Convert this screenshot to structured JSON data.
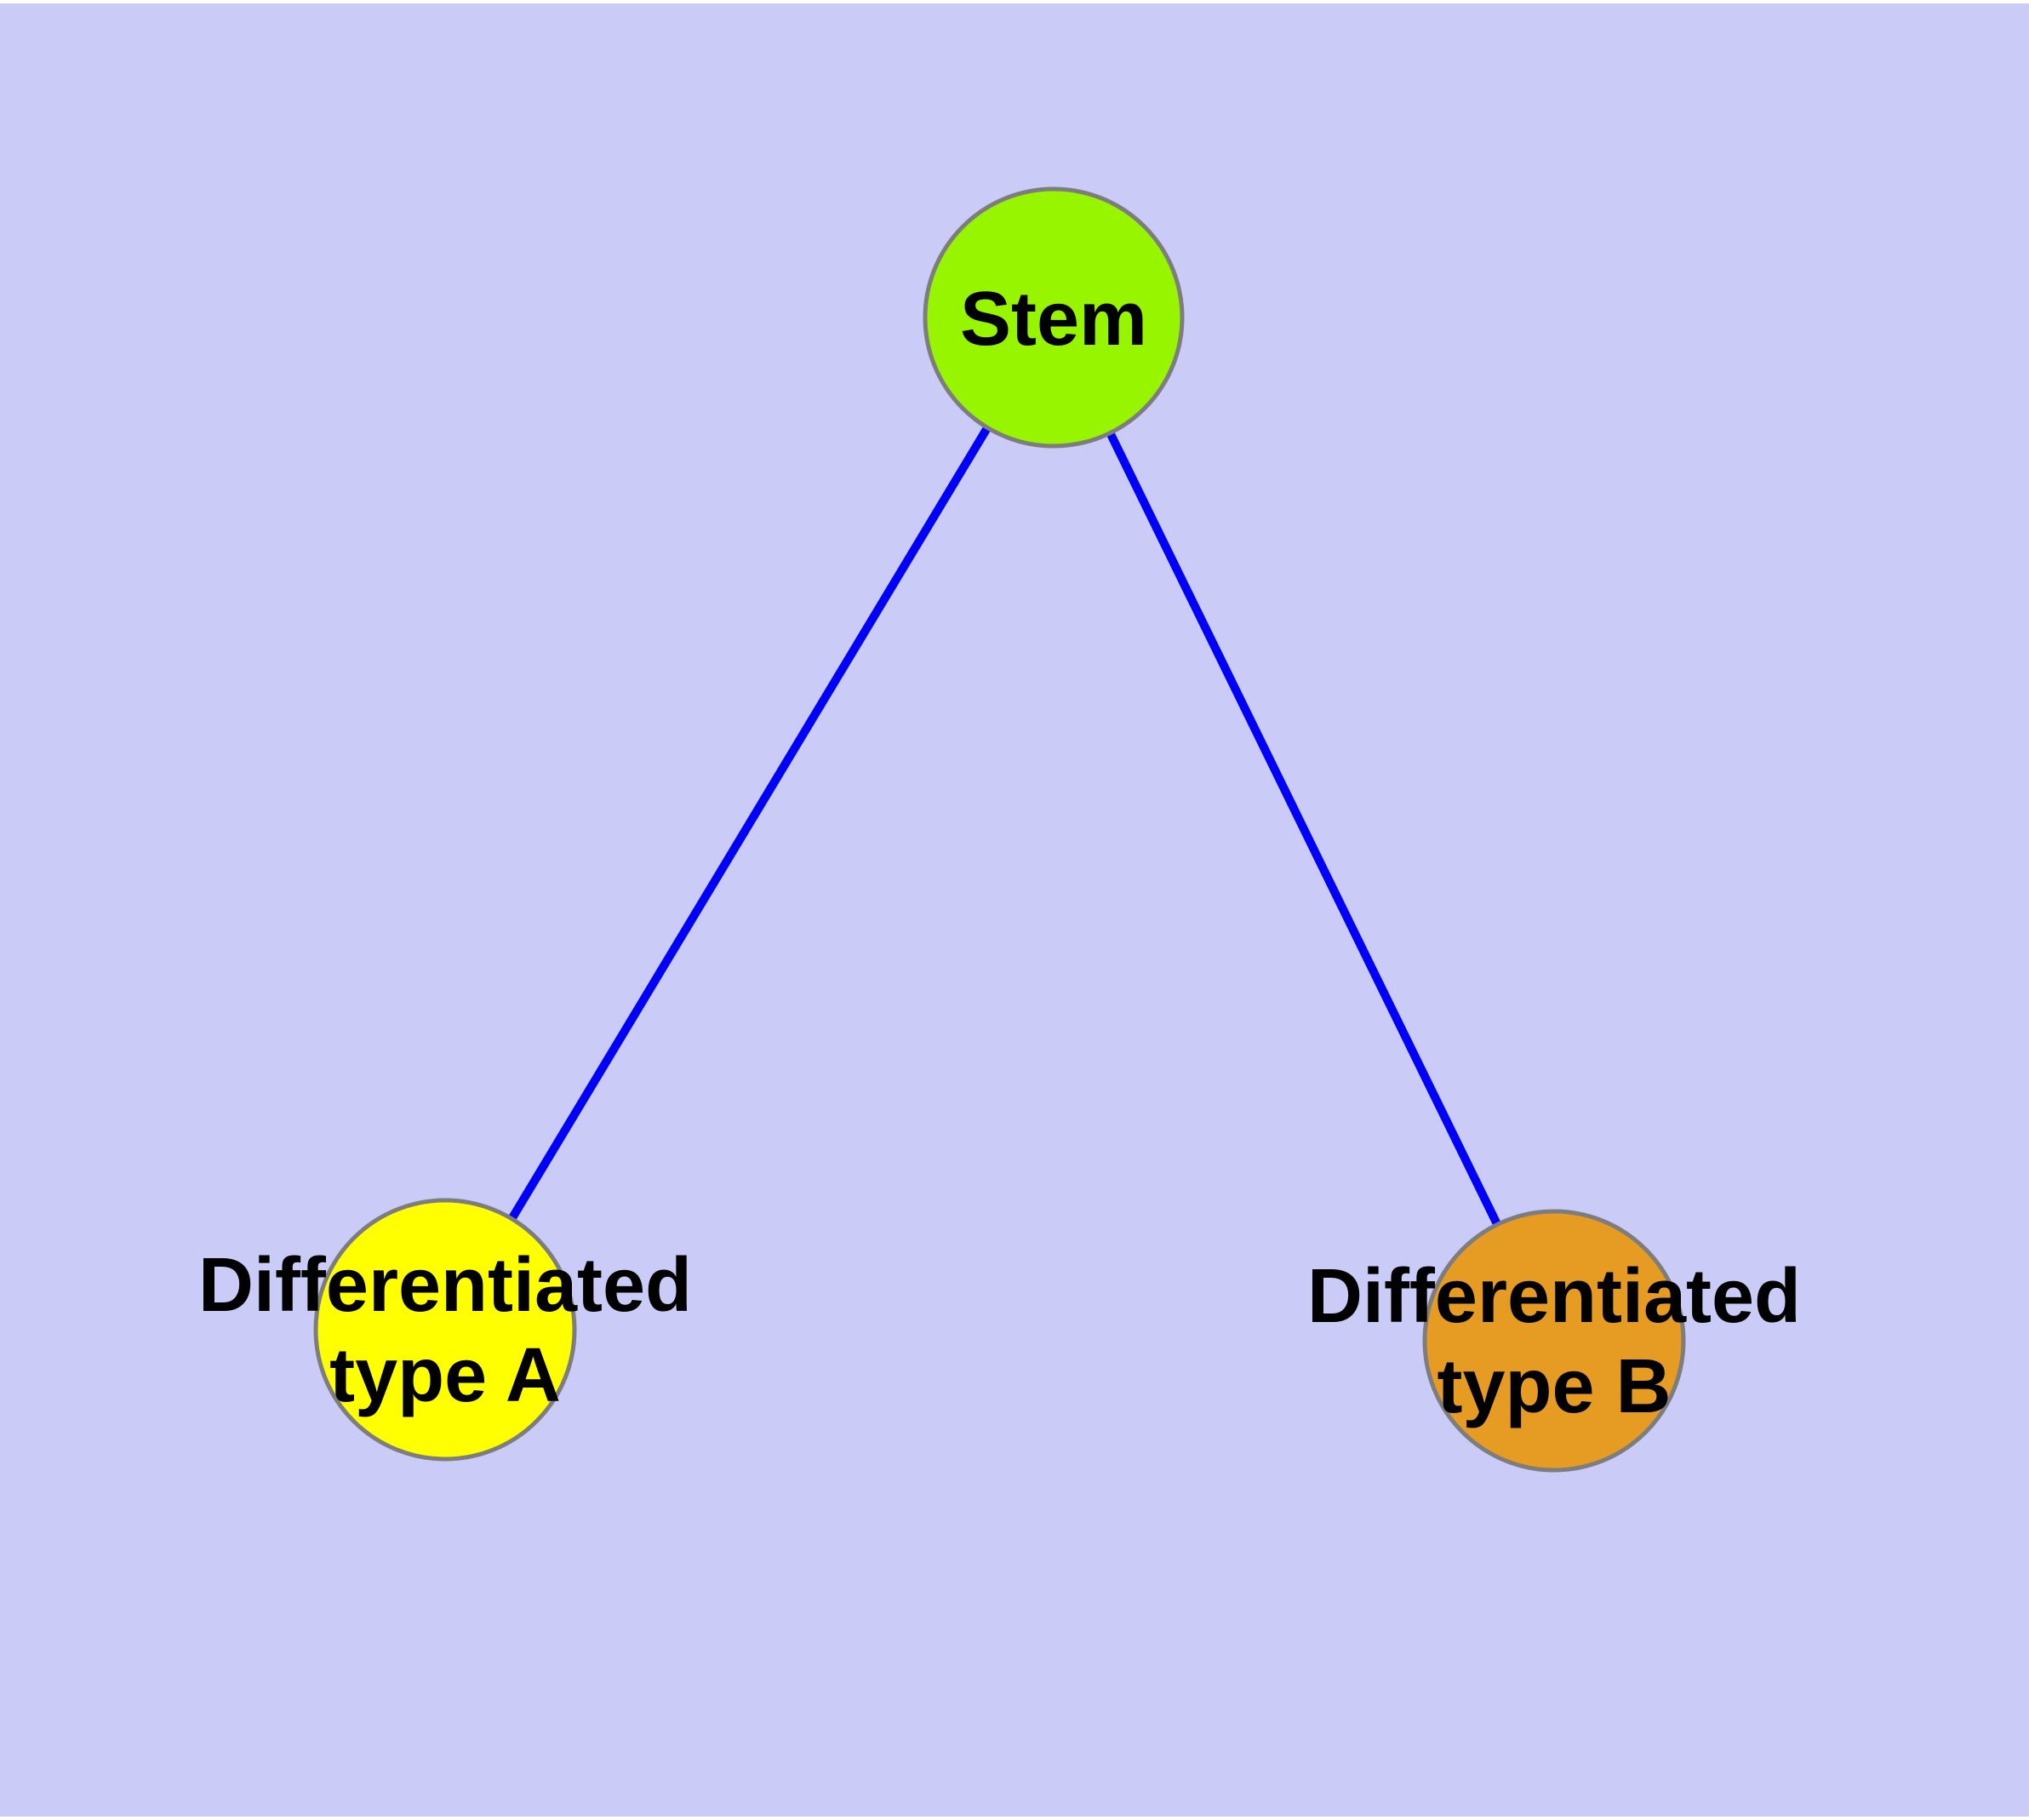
{
  "figure": {
    "type": "graph-diagram",
    "background_color": "#CBCBF8",
    "frame_color": "#FFFFFF",
    "edge_color": "#0000FA",
    "node_border_color": "#7D7D7D",
    "label_color": "#000000",
    "nodes": [
      {
        "id": "stem",
        "label": "Stem",
        "lines": [
          "Stem",
          ""
        ],
        "fill": "#98F500"
      },
      {
        "id": "type-a",
        "label": "Differentiated type A",
        "lines": [
          "Differentiated",
          "type A"
        ],
        "fill": "#FFFF00"
      },
      {
        "id": "type-b",
        "label": "Differentiated type B",
        "lines": [
          "Differentiated",
          "type B"
        ],
        "fill": "#E69B23"
      }
    ],
    "edges": [
      {
        "from": "Stem",
        "to": "Differentiated type A"
      },
      {
        "from": "Stem",
        "to": "Differentiated type B"
      }
    ]
  }
}
